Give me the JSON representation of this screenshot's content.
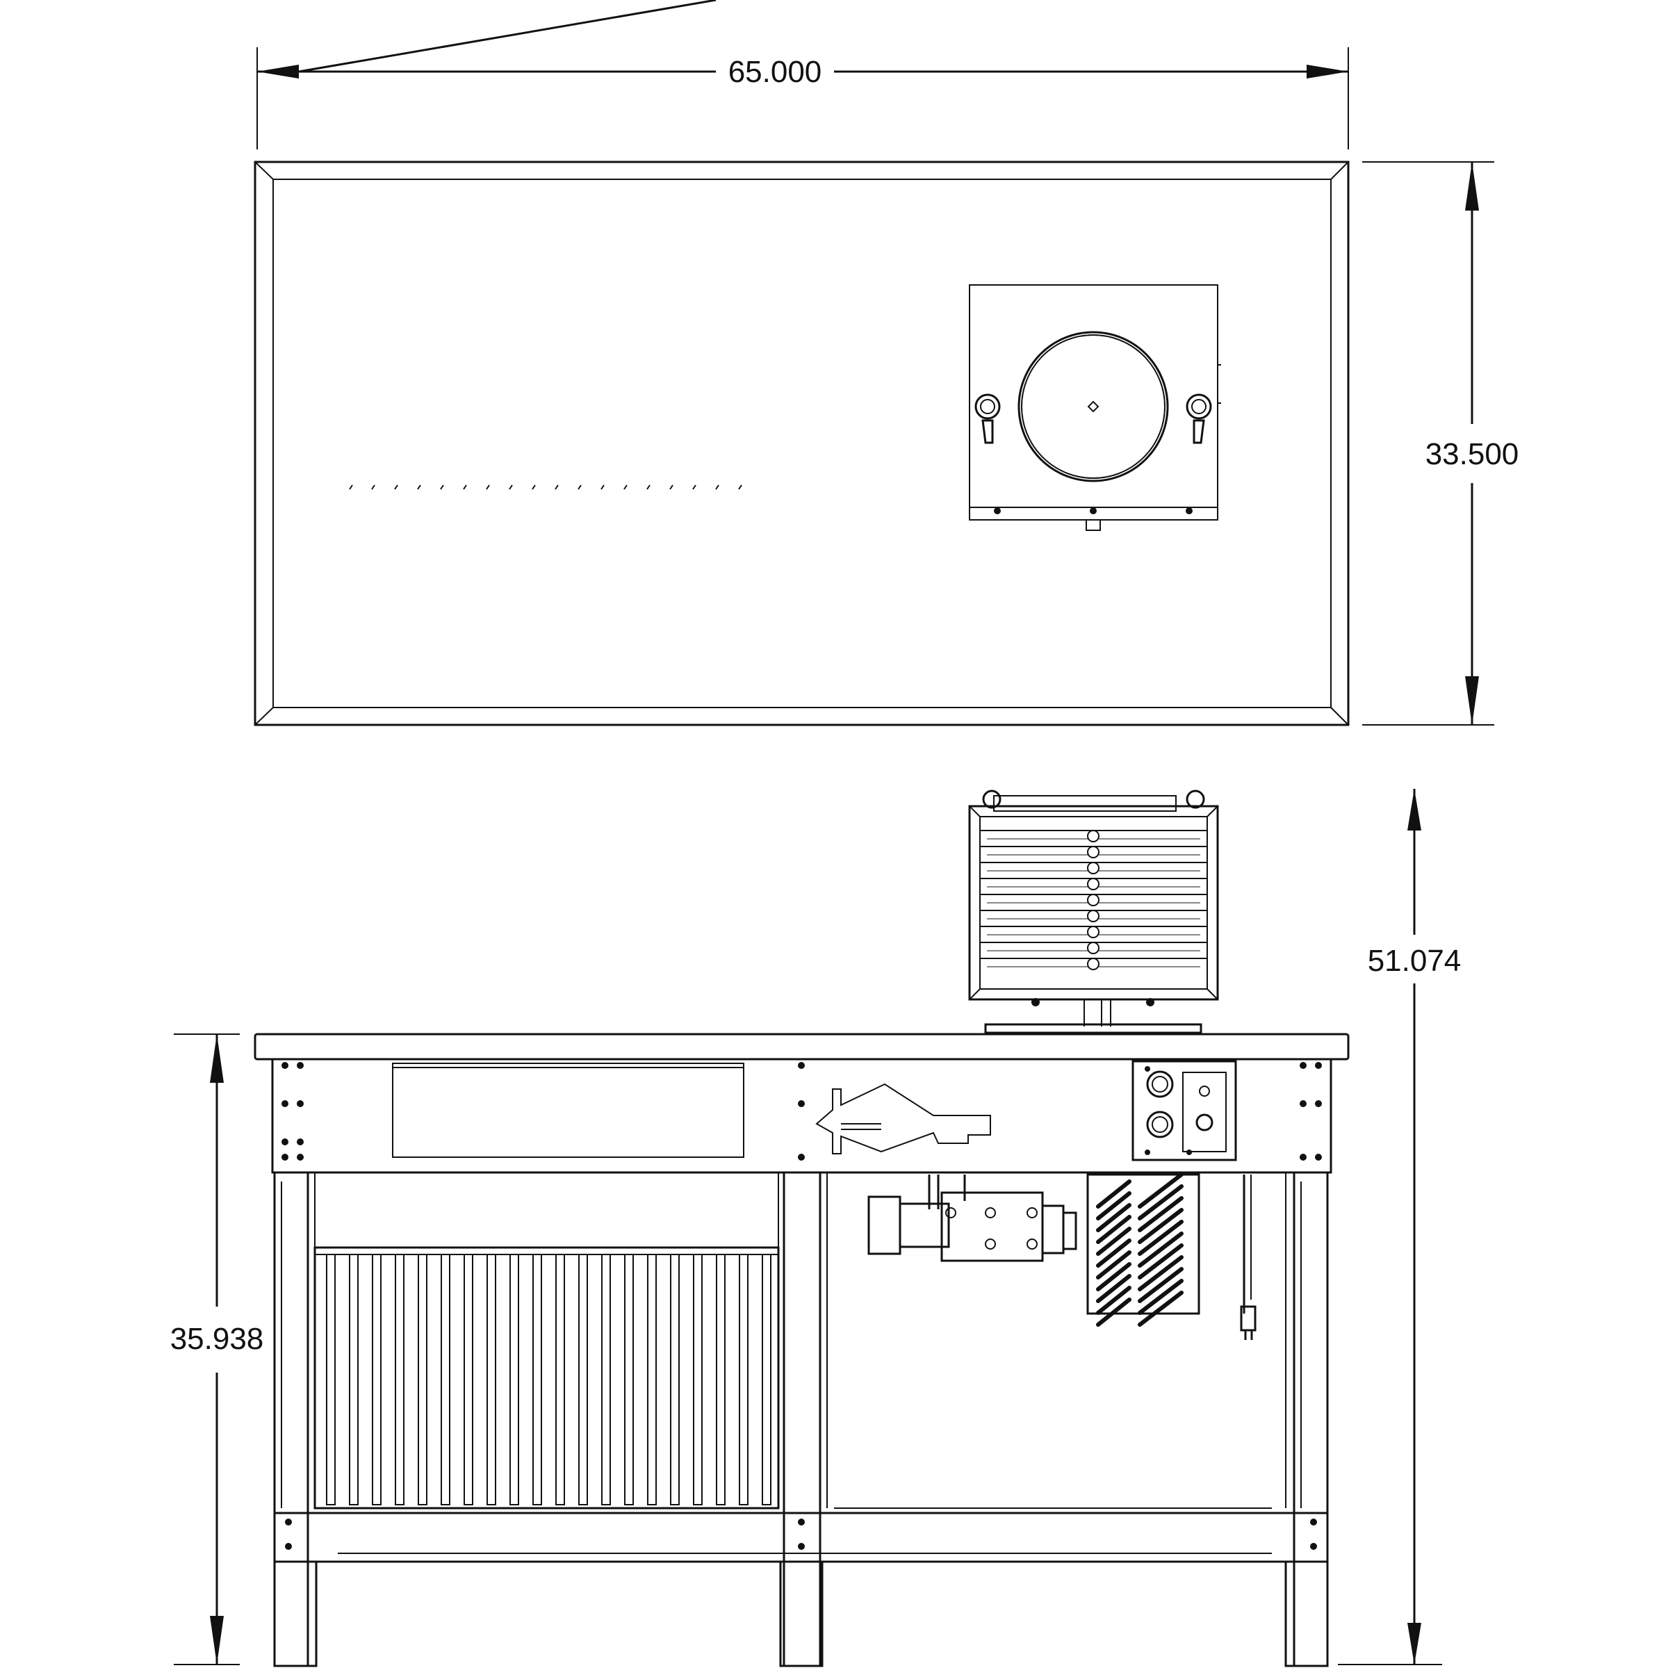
{
  "dimensions": {
    "overall_width": "65.000",
    "top_depth": "33.500",
    "overall_height": "51.074",
    "table_height": "35.938"
  },
  "views": [
    "top-view",
    "front-elevation"
  ],
  "colors": {
    "line": "#111111",
    "background": "#ffffff"
  }
}
